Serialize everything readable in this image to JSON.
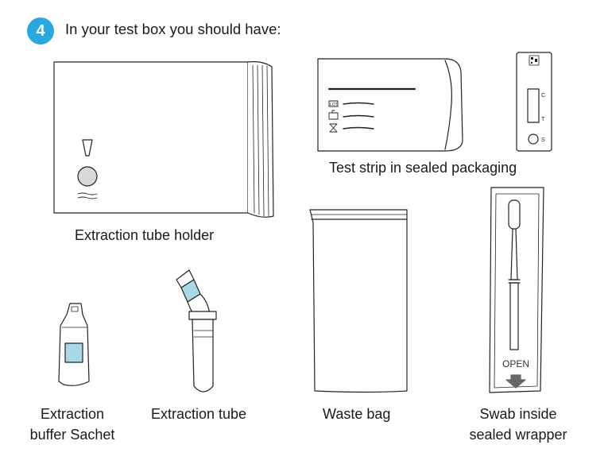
{
  "step": {
    "number": "4",
    "heading": "In your test box you should have:"
  },
  "items": [
    {
      "id": "holder",
      "lines": [
        "Extraction tube holder"
      ]
    },
    {
      "id": "strip",
      "lines": [
        "Test strip in sealed packaging"
      ]
    },
    {
      "id": "sachet",
      "lines": [
        "Extraction",
        "buffer Sachet"
      ]
    },
    {
      "id": "tube",
      "lines": [
        "Extraction tube"
      ]
    },
    {
      "id": "bag",
      "lines": [
        "Waste bag"
      ]
    },
    {
      "id": "swab",
      "lines": [
        "Swab inside",
        "sealed wrapper"
      ]
    }
  ],
  "labels": {
    "lot": "LOT",
    "c": "C",
    "t": "T",
    "s": "S",
    "open": "OPEN"
  },
  "colors": {
    "badge": "#29a8e0",
    "buffer_liquid": "#a9d8e6",
    "line": "#222222"
  }
}
